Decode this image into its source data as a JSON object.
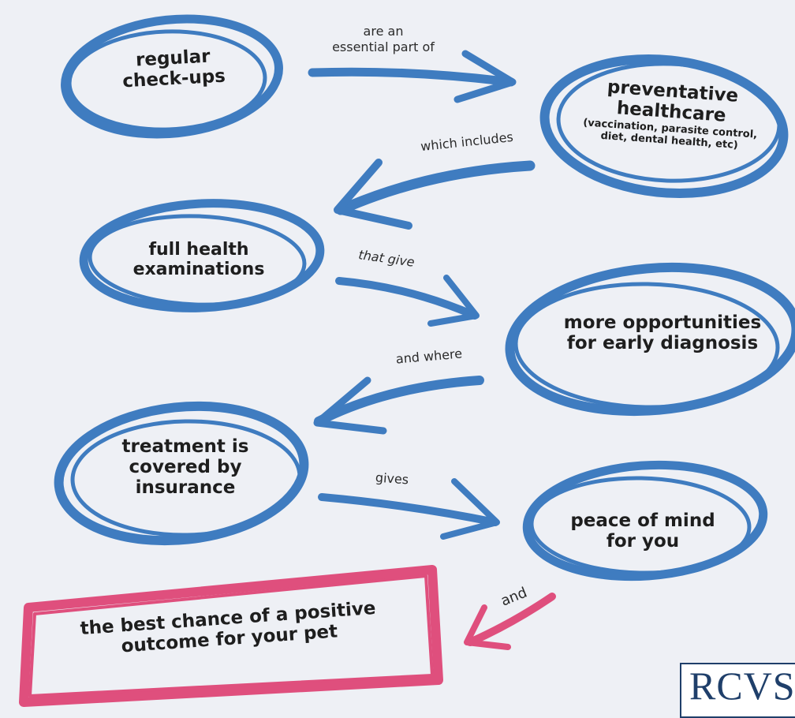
{
  "colors": {
    "background": "#eef0f5",
    "circle_stroke": "#3f7cc0",
    "final_stroke": "#df4f7d",
    "text": "#1e1e1e"
  },
  "nodes": {
    "regular_checkups": {
      "line1": "regular",
      "line2": "check-ups"
    },
    "preventative": {
      "line1": "preventative",
      "line2": "healthcare",
      "detail1": "(vaccination, parasite control,",
      "detail2": "diet, dental health, etc)"
    },
    "full_health": {
      "line1": "full health",
      "line2": "examinations"
    },
    "opportunities": {
      "line1": "more opportunities",
      "line2": "for early diagnosis"
    },
    "treatment": {
      "line1": "treatment is",
      "line2": "covered by",
      "line3": "insurance"
    },
    "peace": {
      "line1": "peace of mind",
      "line2": "for you"
    },
    "best_chance": {
      "line1": "the best chance of a positive",
      "line2": "outcome for your pet"
    }
  },
  "edges": {
    "e1": {
      "line1": "are an",
      "line2": "essential part of"
    },
    "e2": {
      "label": "which includes"
    },
    "e3": {
      "label": "that give"
    },
    "e4": {
      "label": "and where"
    },
    "e5": {
      "label": "gives"
    },
    "e6": {
      "label": "and"
    }
  },
  "logo": {
    "text": "RCVS",
    "icon": "rcvs-crest-logo"
  }
}
